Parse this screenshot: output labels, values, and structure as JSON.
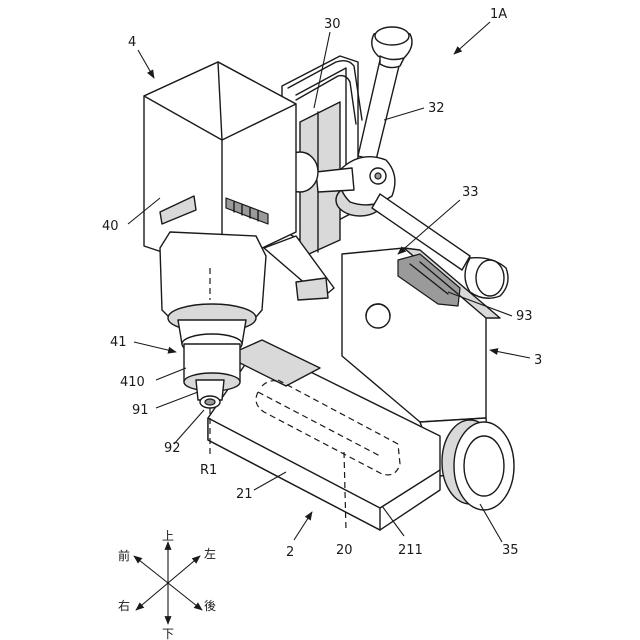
{
  "labels": {
    "l1A": "1A",
    "l4": "4",
    "l30": "30",
    "l32": "32",
    "l33": "33",
    "l40": "40",
    "l93": "93",
    "l3": "3",
    "l41": "41",
    "l410": "410",
    "l91": "91",
    "l92": "92",
    "lR1": "R1",
    "l21": "21",
    "l2": "2",
    "l20": "20",
    "l211": "211",
    "l35": "35"
  },
  "compass": {
    "up": "上",
    "down": "下",
    "front": "前",
    "left": "左",
    "right": "右",
    "rear": "後"
  }
}
